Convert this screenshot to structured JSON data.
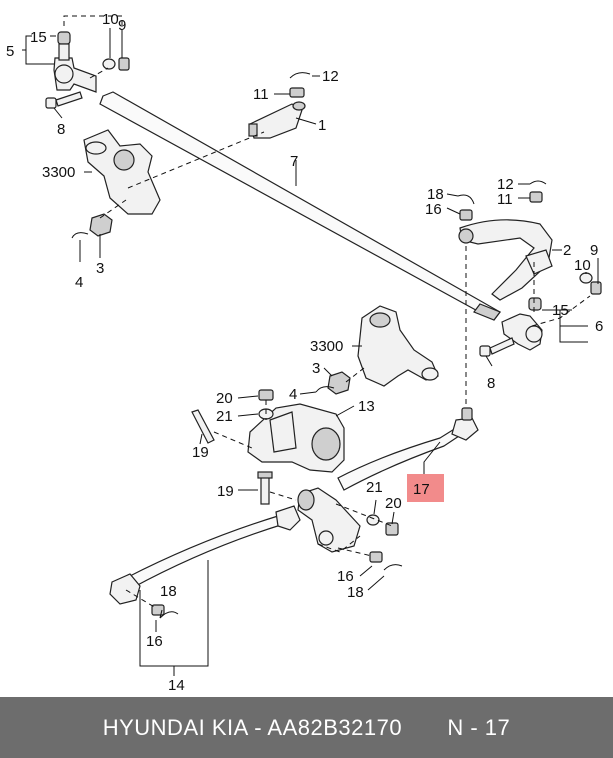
{
  "callouts": {
    "c15a": "15",
    "c5": "5",
    "c10a": "10",
    "c9a": "9",
    "c8a": "8",
    "c12a": "12",
    "c11a": "11",
    "c1": "1",
    "c7": "7",
    "c3300a": "3300",
    "c3a": "3",
    "c4a": "4",
    "c18a": "18",
    "c16a": "16",
    "c12b": "12",
    "c11b": "11",
    "c2": "2",
    "c9b": "9",
    "c10b": "10",
    "c15b": "15",
    "c6": "6",
    "c8b": "8",
    "c3300b": "3300",
    "c3b": "3",
    "c4b": "4",
    "c20a": "20",
    "c21a": "21",
    "c13": "13",
    "c19a": "19",
    "c19b": "19",
    "c17": "17",
    "c21b": "21",
    "c20b": "20",
    "c16b": "16",
    "c18b": "18",
    "c18c": "18",
    "c16c": "16",
    "c14": "14"
  },
  "highlight_color": "#f28b8b",
  "footer": {
    "brand": "HYUNDAI  KIA - AA82B32170",
    "page": "N - 17"
  }
}
